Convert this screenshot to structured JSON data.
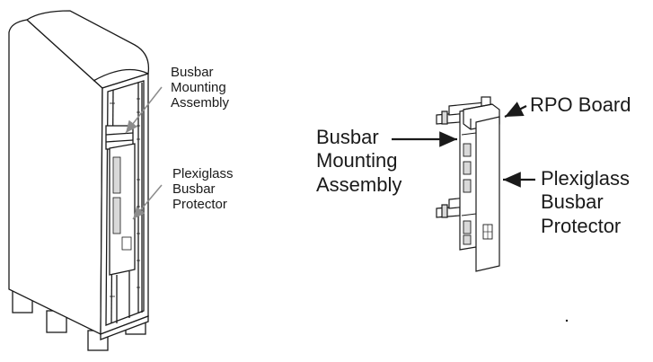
{
  "left_labels": {
    "busbar_mounting": [
      "Busbar",
      "Mounting",
      "Assembly"
    ],
    "plexiglass": [
      "Plexiglass",
      "Busbar",
      "Protector"
    ]
  },
  "right_labels": {
    "busbar_mounting": [
      "Busbar",
      "Mounting",
      "Assembly"
    ],
    "rpo_board": "RPO Board",
    "plexiglass": [
      "Plexiglass",
      "Busbar",
      "Protector"
    ]
  },
  "colors": {
    "line": "#1a1a1a",
    "grey_arrow": "#8c8c8c",
    "fill": "#ffffff",
    "shade": "#d9d9d9"
  }
}
